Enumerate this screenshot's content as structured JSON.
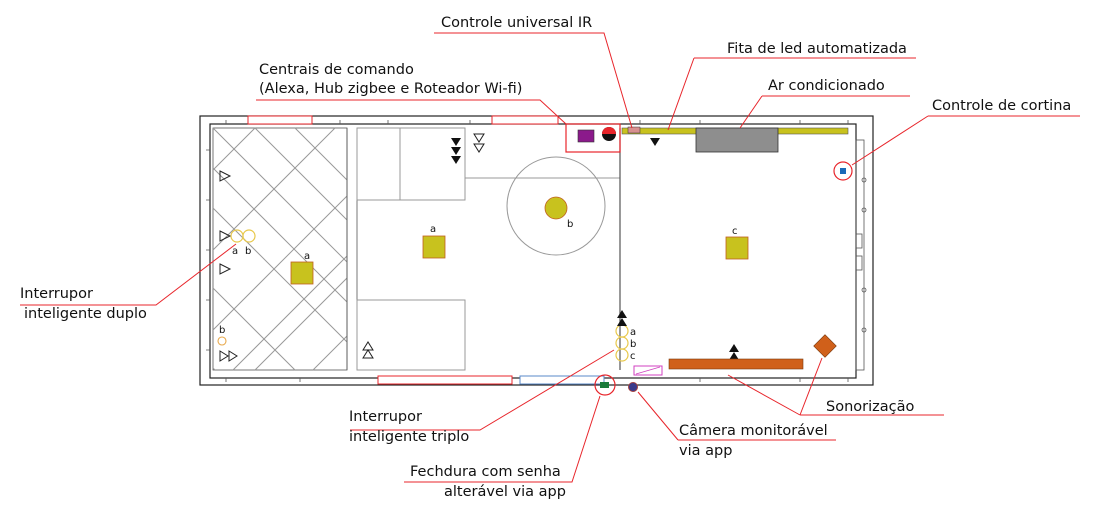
{
  "callouts": {
    "ir_controller": "Controle universal IR",
    "command_centers_line1": "Centrais de comando",
    "command_centers_line2": "(Alexa, Hub zigbee e Roteador Wi-fi)",
    "led_strip": "Fita de led automatizada",
    "air_conditioner": "Ar condicionado",
    "curtain_control": "Controle de cortina",
    "double_switch_line1": "Interrupor",
    "double_switch_line2": "inteligente duplo",
    "triple_switch_line1": "Interrupor",
    "triple_switch_line2": "inteligente triplo",
    "sound": "Sonorização",
    "camera_line1": "Câmera monitorável",
    "camera_line2": "via app",
    "lock_line1": "Fechdura com senha",
    "lock_line2": "alterável via app"
  },
  "marks": {
    "a": "a",
    "b": "b",
    "c": "c"
  },
  "colors": {
    "callout_line": "#e8252b",
    "light_fixture": "#c8c21e",
    "hub_device": "#8b1a8b",
    "air_conditioner": "#8e8e8e",
    "sound_bar": "#d0601a",
    "lock": "#1a7a3a",
    "camera": "#3a3a8a"
  }
}
